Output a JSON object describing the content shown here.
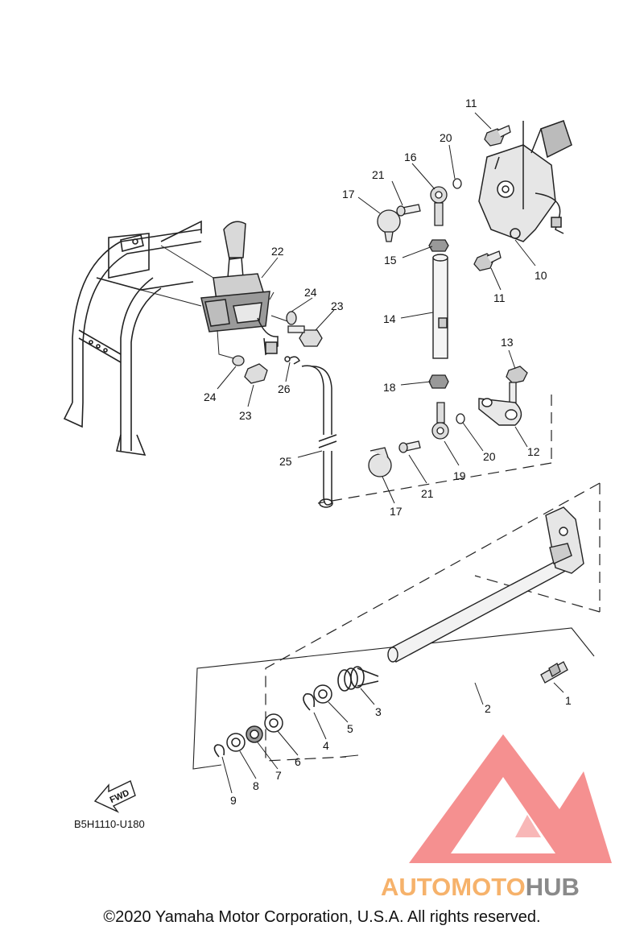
{
  "diagram": {
    "reference_code": "B5H1110-U180",
    "fwd_label": "FWD",
    "parts": [
      {
        "id": "p11a",
        "number": "11"
      },
      {
        "id": "p20a",
        "number": "20"
      },
      {
        "id": "p16",
        "number": "16"
      },
      {
        "id": "p21a",
        "number": "21"
      },
      {
        "id": "p17a",
        "number": "17"
      },
      {
        "id": "p22",
        "number": "22"
      },
      {
        "id": "p15",
        "number": "15"
      },
      {
        "id": "p10",
        "number": "10"
      },
      {
        "id": "p11b",
        "number": "11"
      },
      {
        "id": "p24a",
        "number": "24"
      },
      {
        "id": "p23a",
        "number": "23"
      },
      {
        "id": "p14",
        "number": "14"
      },
      {
        "id": "p13",
        "number": "13"
      },
      {
        "id": "p24b",
        "number": "24"
      },
      {
        "id": "p26",
        "number": "26"
      },
      {
        "id": "p23b",
        "number": "23"
      },
      {
        "id": "p18",
        "number": "18"
      },
      {
        "id": "p20b",
        "number": "20"
      },
      {
        "id": "p12",
        "number": "12"
      },
      {
        "id": "p25",
        "number": "25"
      },
      {
        "id": "p19",
        "number": "19"
      },
      {
        "id": "p21b",
        "number": "21"
      },
      {
        "id": "p17b",
        "number": "17"
      },
      {
        "id": "p3",
        "number": "3"
      },
      {
        "id": "p2",
        "number": "2"
      },
      {
        "id": "p1",
        "number": "1"
      },
      {
        "id": "p5",
        "number": "5"
      },
      {
        "id": "p4",
        "number": "4"
      },
      {
        "id": "p6",
        "number": "6"
      },
      {
        "id": "p7",
        "number": "7"
      },
      {
        "id": "p8",
        "number": "8"
      },
      {
        "id": "p9",
        "number": "9"
      }
    ]
  },
  "watermark": {
    "text_part1": "AUTOMOTO",
    "text_part2": "HUB",
    "color_red": "#f26b6b",
    "color_orange": "#f6b26b",
    "color_gray": "#8a8a8a"
  },
  "footer": {
    "copyright": "©2020 Yamaha Motor Corporation, U.S.A. All rights reserved."
  }
}
